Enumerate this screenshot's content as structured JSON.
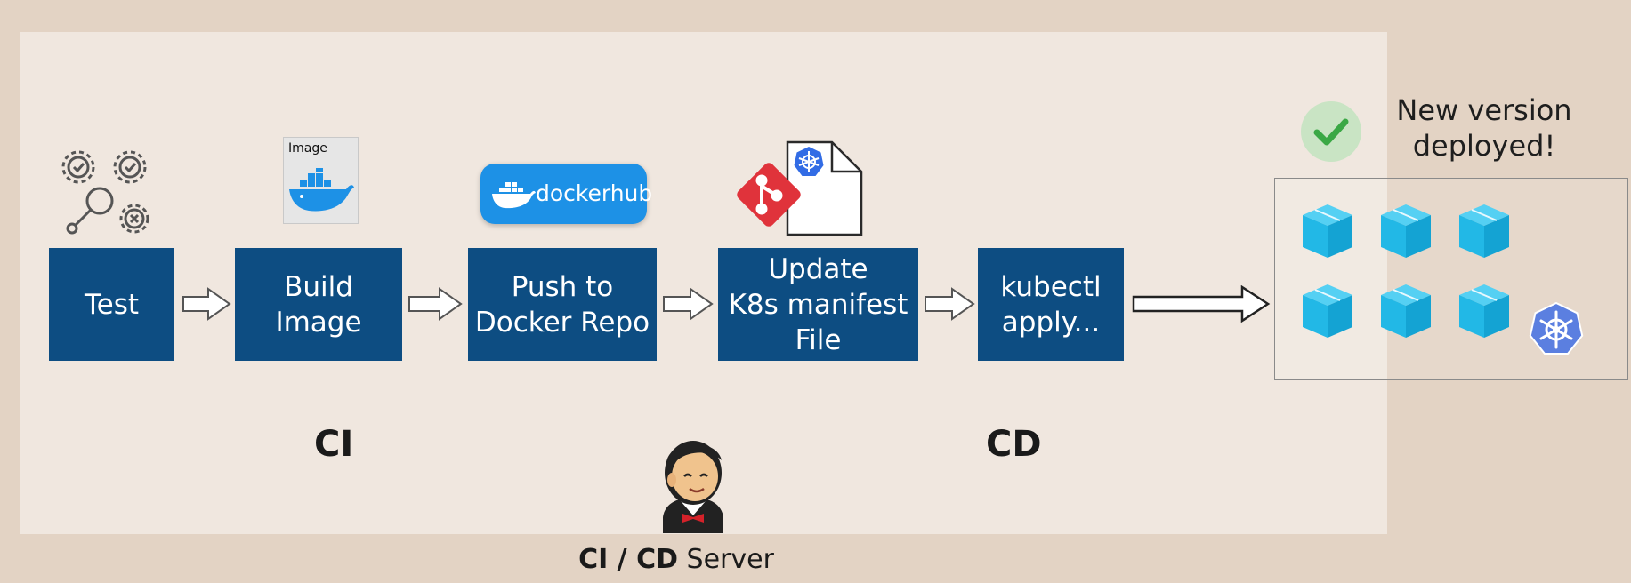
{
  "stages": [
    {
      "id": "test",
      "label": "Test"
    },
    {
      "id": "build",
      "label": "Build\nImage"
    },
    {
      "id": "push",
      "label": "Push to\nDocker Repo"
    },
    {
      "id": "update",
      "label": "Update\nK8s manifest\nFile"
    },
    {
      "id": "apply",
      "label": "kubectl\napply..."
    }
  ],
  "icons": {
    "test": "gears-magnifier-icon",
    "build": "docker-image-icon",
    "push": "dockerhub-logo",
    "update": "git-k8s-manifest-icon",
    "server": "jenkins-icon",
    "deployed": "check-icon",
    "cluster": "kubernetes-icon",
    "pod": "cube-icon"
  },
  "image_icon_label": "Image",
  "dockerhub_text": "dockerhub",
  "ci_label": "CI",
  "cd_label": "CD",
  "server_label_bold": "CI / CD",
  "server_label_rest": " Server",
  "deployed_text": "New version\ndeployed!",
  "colors": {
    "stage": "#0d4d82",
    "pod": "#22b8e6",
    "check": "#3aa845",
    "docker": "#1d91e6",
    "git": "#e0333b",
    "k8s": "#326ce5"
  }
}
